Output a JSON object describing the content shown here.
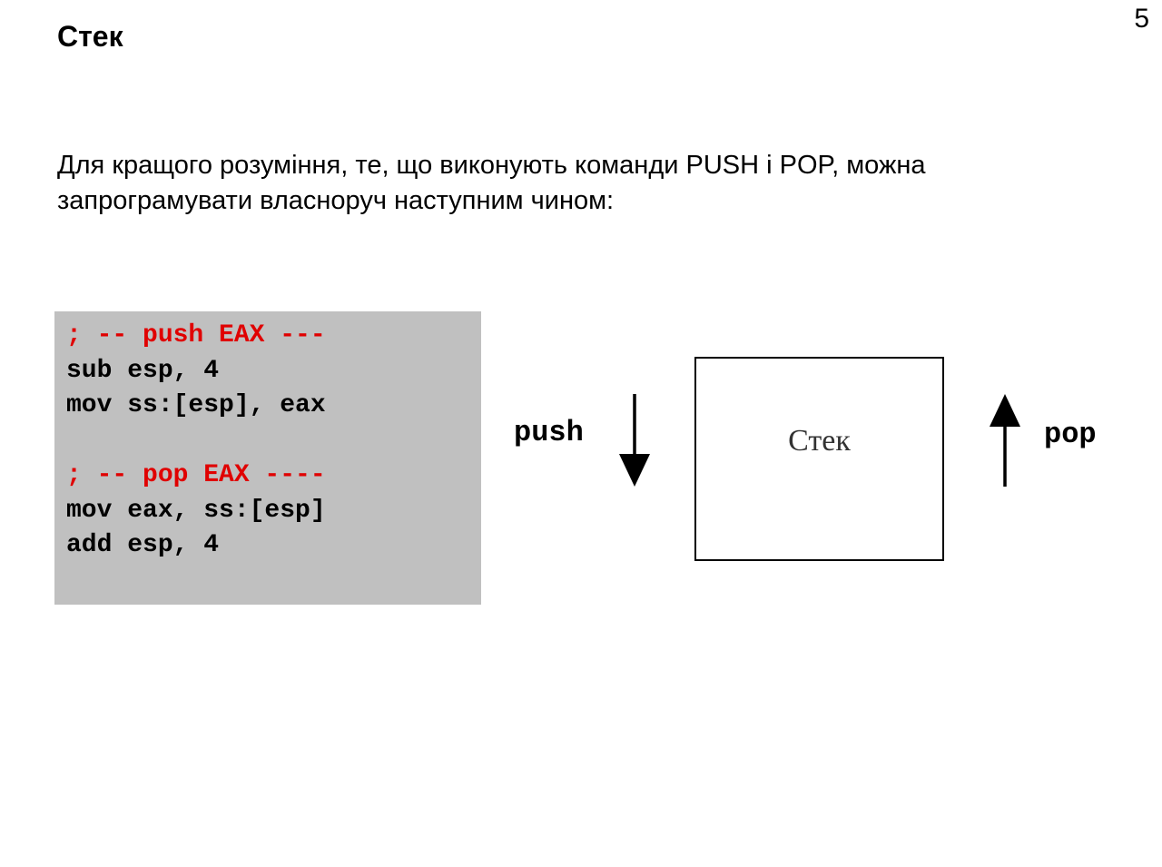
{
  "slide": {
    "page_number": "5",
    "title": "Стек",
    "intro_lines": [
      "Для кращого розуміння, те, що виконують команди PUSH і POP, можна",
      "запрограмувати власноруч наступним чином:"
    ]
  },
  "code": {
    "push_comment": "; -- push EAX ---",
    "push_line_1": "sub esp, 4",
    "push_line_2": "mov ss:[esp], eax",
    "pop_comment": "; -- pop EAX ----",
    "pop_line_1": "mov eax, ss:[esp]",
    "pop_line_2": "add esp, 4"
  },
  "diagram": {
    "push_label": "push",
    "pop_label": "pop",
    "stack_label": "Стек",
    "push_arrow_icon": "arrow-down-icon",
    "pop_arrow_icon": "arrow-up-icon"
  },
  "colors": {
    "comment": "#e00000",
    "code_background": "#c0c0c0"
  }
}
